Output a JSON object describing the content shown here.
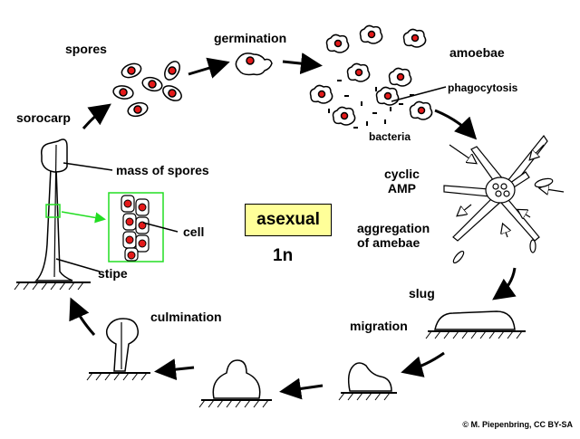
{
  "diagram": {
    "stages": {
      "spores": "spores",
      "germination": "germination",
      "amoebae": "amoebae",
      "phagocytosis": "phagocytosis",
      "bacteria": "bacteria",
      "cyclic_amp": "cyclic\nAMP",
      "aggregation": "aggregation\nof amebae",
      "slug": "slug",
      "migration": "migration",
      "culmination": "culmination",
      "sorocarp": "sorocarp",
      "mass_of_spores": "mass of spores",
      "cell": "cell",
      "stipe": "stipe"
    },
    "center": {
      "mode": "asexual",
      "ploidy": "1n"
    },
    "credit": "© M. Piepenbring, CC BY-SA",
    "colors": {
      "nucleus": "#e41a1a",
      "highlight_box": "#ffff99",
      "zoom_frame": "#22dd22"
    }
  }
}
